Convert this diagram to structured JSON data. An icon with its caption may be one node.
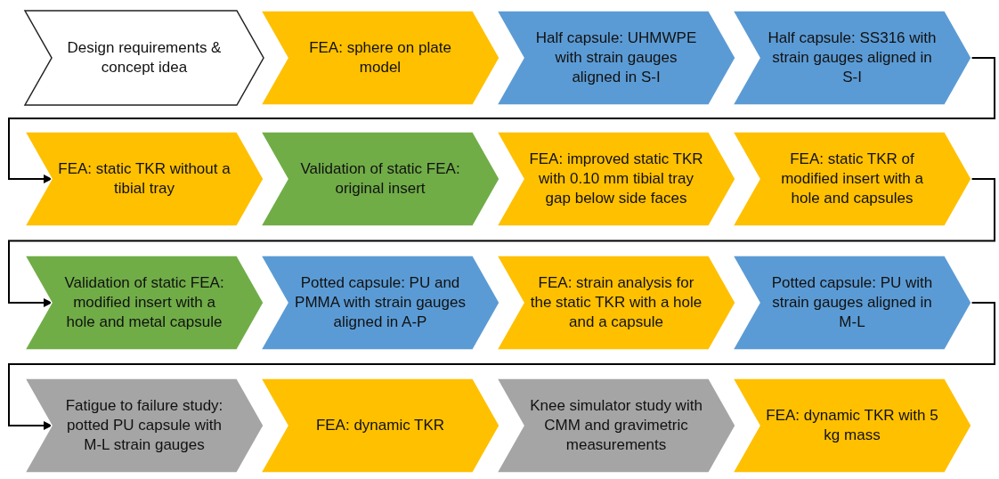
{
  "diagram": {
    "nodes": [
      {
        "text": [
          "Design requirements & concept idea"
        ]
      },
      {
        "text": [
          "FEA: sphere on plate model"
        ]
      },
      {
        "text": [
          "Half capsule: UHMWPE with strain gauges aligned in S-I"
        ]
      },
      {
        "text": [
          "Half capsule: SS316 with strain gauges aligned in S-I"
        ]
      },
      {
        "text": [
          "FEA: static TKR without a tibial tray"
        ]
      },
      {
        "text": [
          "Validation of static FEA: original insert"
        ]
      },
      {
        "text": [
          "FEA: improved static TKR with 0.10 mm tibial tray gap below side faces"
        ]
      },
      {
        "text": [
          "FEA: static TKR of modified insert with a hole and capsules"
        ]
      },
      {
        "text": [
          "Validation of static FEA: modified insert with a hole and metal capsule"
        ]
      },
      {
        "text": [
          "Potted capsule: PU and PMMA with strain gauges aligned in A-P"
        ]
      },
      {
        "text": [
          "FEA: strain analysis for the static TKR with a hole and a capsule"
        ]
      },
      {
        "text": [
          "Potted capsule: PU with strain gauges aligned in M-L"
        ]
      },
      {
        "text": [
          "Fatigue to failure study: potted PU capsule with M-L strain gauges"
        ]
      },
      {
        "text": [
          "FEA: dynamic TKR"
        ]
      },
      {
        "text": [
          "Knee simulator study with CMM and gravimetric measurements"
        ]
      },
      {
        "text": [
          "FEA: dynamic TKR with 5 kg mass"
        ]
      }
    ],
    "edges": [
      {
        "from": 3,
        "to": 4,
        "arrow": "to"
      },
      {
        "from": 7,
        "to": 8,
        "arrow": "to"
      },
      {
        "from": 11,
        "to": 12,
        "arrow": "to"
      }
    ]
  }
}
